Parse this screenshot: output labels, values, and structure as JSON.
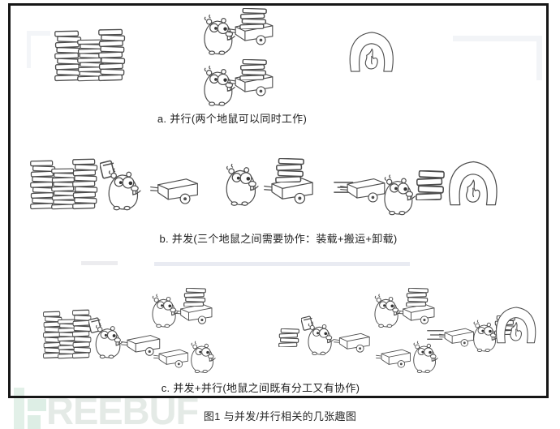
{
  "figure": {
    "panel_a_caption": "a. 并行(两个地鼠可以同时工作)",
    "panel_b_caption": "b. 并发(三个地鼠之间需要协作：装载+搬运+卸载)",
    "panel_c_caption": "c. 并发+并行(地鼠之间既有分工又有协作)",
    "caption": "图1 与并发/并行相关的几张趣图"
  },
  "watermark": {
    "brand_suffix": "REEBUF"
  },
  "icons": {
    "gopher": "gopher-icon",
    "book_stack": "book-stack-icon",
    "loaded_cart_books": "book-stack-small-icon",
    "cart": "cart-icon",
    "incinerator": "incinerator-icon",
    "book_in_hand": "book-icon",
    "speed_lines": "speed-lines-icon",
    "freebuf_logo": "freebuf-logo-icon"
  },
  "colors": {
    "frame_border": "#161616",
    "sketch_stroke": "#4d4d4d",
    "caption_text": "#1e1e1e",
    "watermark_green": "#ddeee5",
    "watermark_text": "#e4eae6"
  }
}
